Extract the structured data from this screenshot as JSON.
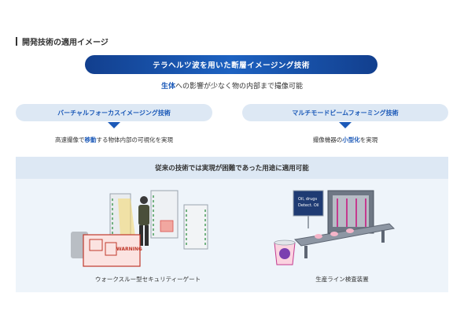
{
  "section_title": "開発技術の適用イメージ",
  "banner": "テラヘルツ波を用いた断層イメージング技術",
  "subtitle": {
    "highlight": "生体",
    "rest": "への影響が少なく物の内部まで撮像可能"
  },
  "left": {
    "pill": "バーチャルフォーカスイメージング技術",
    "desc_pre": "高速撮像で",
    "desc_hl": "移動",
    "desc_post": "する物体内部の可視化を実現"
  },
  "right": {
    "pill": "マルチモードビームフォーミング技術",
    "desc_pre": "撮像機器の",
    "desc_hl": "小型化",
    "desc_post": "を実現"
  },
  "panel_title": "従来の技術では実現が困難であった用途に適用可能",
  "captions": {
    "left": "ウォークスルー型セキュリティーゲート",
    "right": "生産ライン検査装置"
  },
  "illustration_text": {
    "warning": "WARNING",
    "monitor": "Oil, drugs\nDetect. Oil"
  },
  "colors": {
    "brand_blue": "#1b59b8",
    "banner_dark": "#123f8e",
    "panel_bg": "#eef4fa",
    "pill_bg": "#dde8f4"
  }
}
